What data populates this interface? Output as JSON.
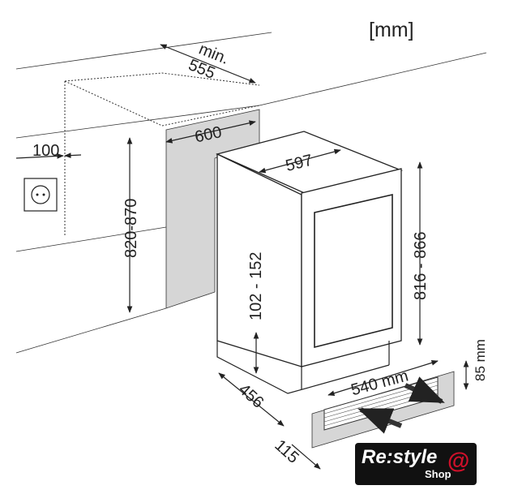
{
  "unit_label": "[mm]",
  "dimensions": {
    "niche_depth_min_label": "min.",
    "niche_depth": "555",
    "niche_width": "600",
    "socket_offset": "100",
    "niche_height": "820-870",
    "appliance_width": "597",
    "plinth_height": "102 - 152",
    "appliance_height": "816 - 866",
    "vent_width": "540 mm",
    "vent_height": "85 mm",
    "appliance_depth": "456",
    "vent_depth": "115"
  },
  "logo": {
    "brand": "Re:style",
    "sub": "Shop"
  },
  "colors": {
    "shade": "#d6d6d6",
    "logo_bg": "#111111",
    "logo_accent": "#d0102a"
  }
}
